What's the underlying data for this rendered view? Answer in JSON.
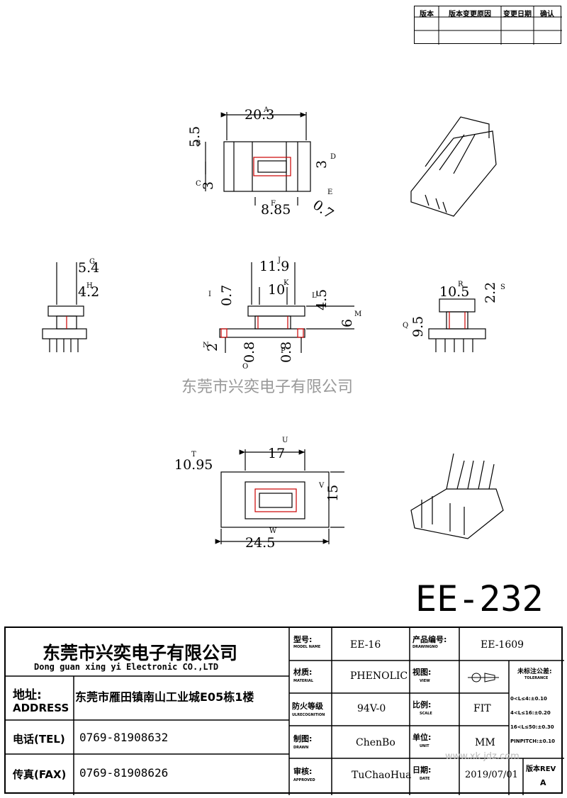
{
  "revision_table": {
    "headers": [
      "版本",
      "版本变更原因",
      "变更日期",
      "确认"
    ]
  },
  "dimensions": {
    "top_view": {
      "width": "20.3",
      "width_tag": "A",
      "height": "5.5",
      "height_tag": "B",
      "slot_c": "3",
      "slot_c_tag": "C",
      "slot_d": "3",
      "slot_d_tag": "D",
      "diag": "0.7",
      "diag_tag": "E",
      "bottom": "8.85",
      "bottom_tag": "F"
    },
    "side_view": {
      "top": "5.4",
      "top_tag": "G",
      "inner": "4.2",
      "inner_tag": "H"
    },
    "front_view": {
      "width": "11.9",
      "width_tag": "J",
      "inner": "10",
      "inner_tag": "K",
      "t1": "0.7",
      "t1_tag": "I",
      "h1": "4.5",
      "h1_tag": "L",
      "h2": "6",
      "h2_tag": "M",
      "pin": "2",
      "pin_tag": "N",
      "p1": "0.8",
      "p1_tag": "O",
      "p2": "0.8",
      "p2_tag": "P"
    },
    "right_view": {
      "top": "10.5",
      "top_tag": "R",
      "side": "2.2",
      "side_tag": "S",
      "height": "9.5",
      "height_tag": "Q"
    },
    "bottom_view": {
      "inner": "17",
      "inner_tag": "U",
      "left": "10.95",
      "left_tag": "T",
      "height": "15",
      "height_tag": "V",
      "width": "24.5",
      "width_tag": "W"
    }
  },
  "watermark": "东莞市兴奕电子有限公司",
  "model_big": "EE-232",
  "company": {
    "name_cn": "东莞市兴奕电子有限公司",
    "name_en": "Dong guan xing yi Electronic CO.,LTD",
    "address_label": "地址:",
    "address_label_en": "ADDRESS",
    "address": "东莞市雁田镇南山工业城E05栋1楼",
    "tel_label": "电话(TEL)",
    "tel": "0769-81908632",
    "fax_label": "传真(FAX)",
    "fax": "0769-81908626"
  },
  "fields": {
    "model_label": "型号:",
    "model_label_en": "MODEL NAME",
    "model": "EE-16",
    "material_label": "材质:",
    "material_label_en": "MATERIAL",
    "material": "PHENOLIC",
    "fire_label": "防火等级",
    "fire_label_en": "ULRECOGNITION",
    "fire": "94V-0",
    "drawn_label": "制图:",
    "drawn_label_en": "DRAWN",
    "drawn": "ChenBo",
    "approved_label": "审核:",
    "approved_label_en": "APPROVED",
    "approved": "TuChaoHua",
    "product_no_label": "产品编号:",
    "product_no_label_en": "DRAWINGNO",
    "product_no": "EE-1609",
    "view_label": "视图:",
    "view_label_en": "VIEW",
    "scale_label": "比例:",
    "scale_label_en": "SCALE",
    "scale": "FIT",
    "unit_label": "单位:",
    "unit_label_en": "UNIT",
    "unit": "MM",
    "date_label": "日期:",
    "date_label_en": "DATE",
    "date": "2019/07/01",
    "tolerance_label": "未标注公差:",
    "tolerance_label_en": "TOLERANCE",
    "tol1": "0<L≤4:±0.10",
    "tol2": "4<L≤16:±0.20",
    "tol3": "16<L≤50:±0.30",
    "tol4": "PINPITCH:±0.10",
    "version_label": "版本REV",
    "version": "A",
    "site_watermark": "www.xk jdz.com"
  }
}
